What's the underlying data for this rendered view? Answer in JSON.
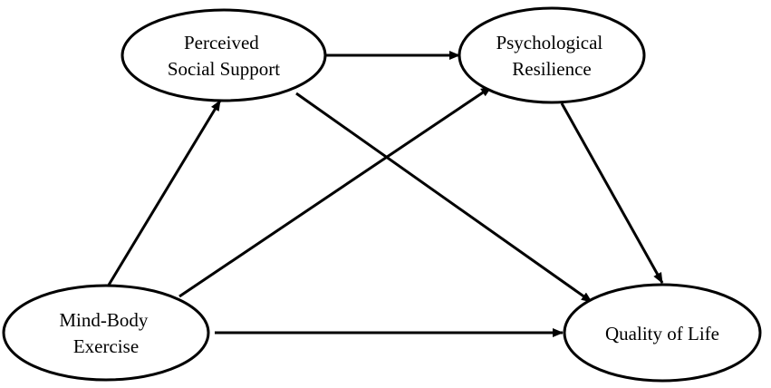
{
  "nodes": [
    {
      "id": "perceived-social-support",
      "lines": [
        "Perceived",
        "Social Support"
      ]
    },
    {
      "id": "psychological-resilience",
      "lines": [
        "Psychological",
        "Resilience"
      ]
    },
    {
      "id": "mind-body-exercise",
      "lines": [
        "Mind-Body",
        "Exercise"
      ]
    },
    {
      "id": "quality-of-life",
      "lines": [
        "Quality of Life"
      ]
    }
  ],
  "edges": [
    {
      "from": "mind-body-exercise",
      "to": "perceived-social-support"
    },
    {
      "from": "mind-body-exercise",
      "to": "psychological-resilience"
    },
    {
      "from": "mind-body-exercise",
      "to": "quality-of-life"
    },
    {
      "from": "perceived-social-support",
      "to": "psychological-resilience"
    },
    {
      "from": "perceived-social-support",
      "to": "quality-of-life"
    },
    {
      "from": "psychological-resilience",
      "to": "quality-of-life"
    }
  ],
  "colors": {
    "stroke": "#000000",
    "fill": "#ffffff",
    "text": "#000000"
  }
}
